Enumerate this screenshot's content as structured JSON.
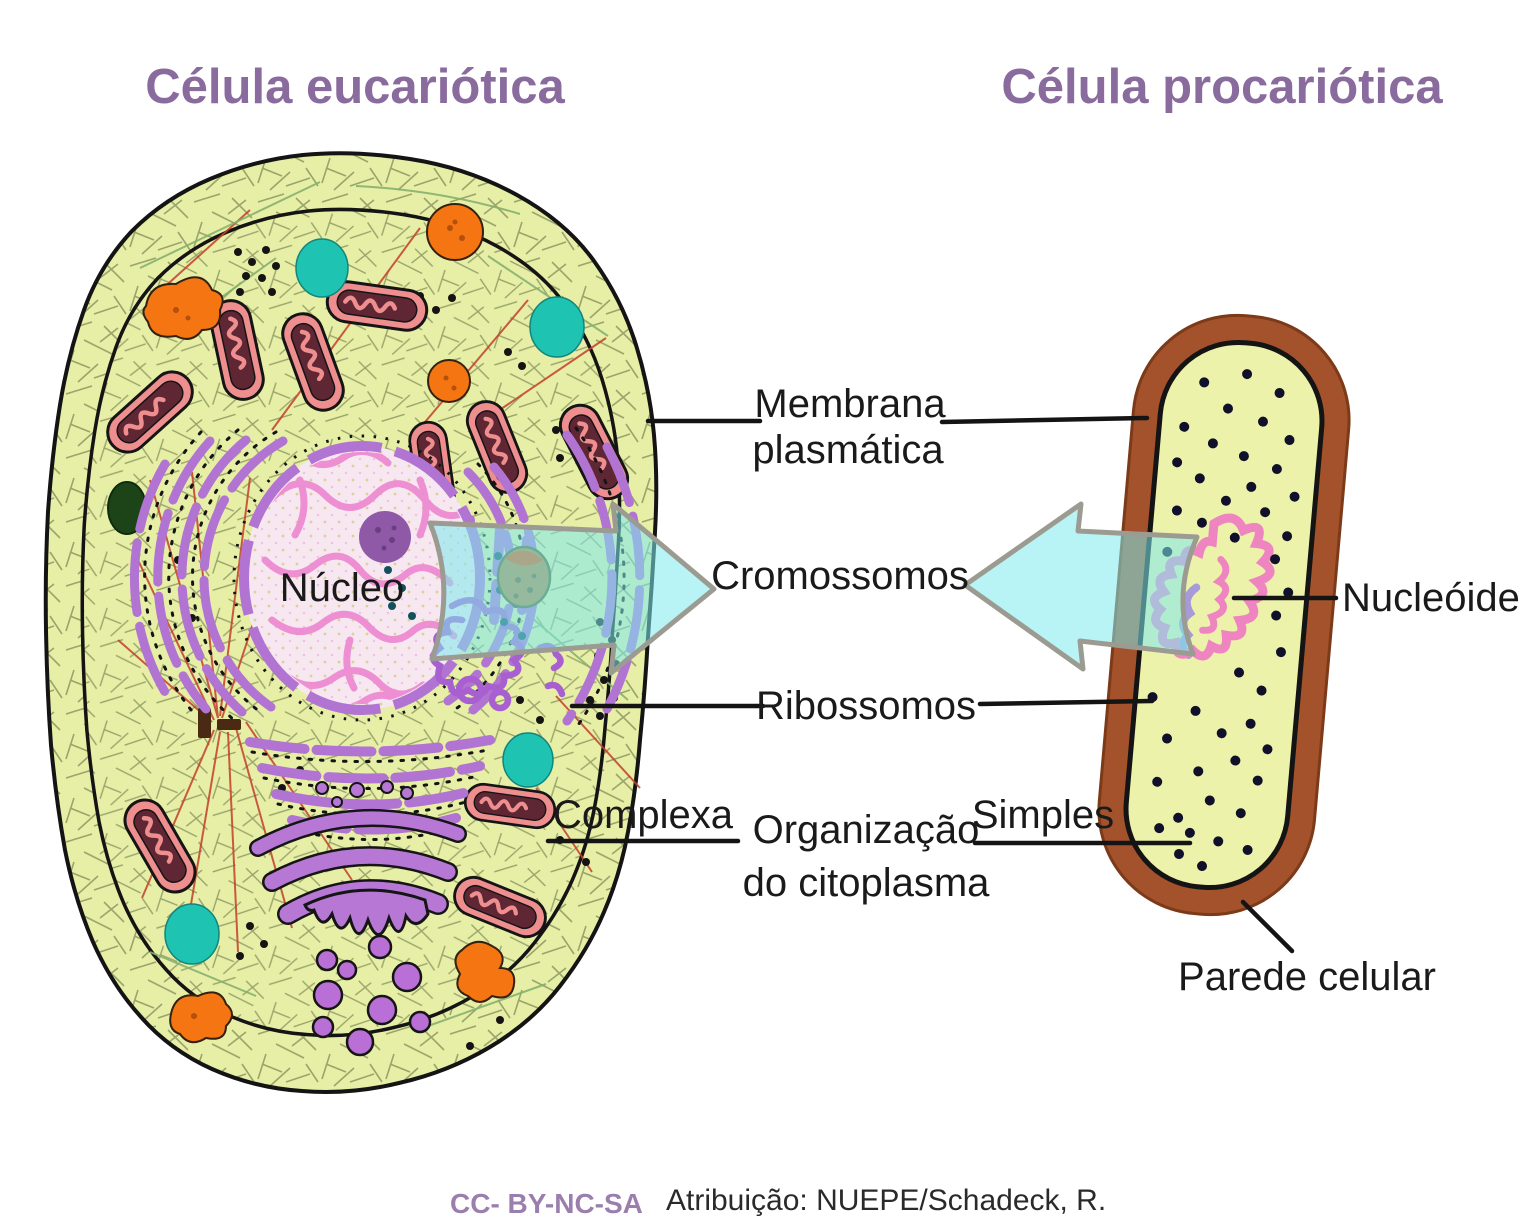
{
  "titles": {
    "left": "Célula eucariótica",
    "right": "Célula procariótica"
  },
  "cell_labels": {
    "nucleo": "Núcleo",
    "nucleoide": "Nucleóide",
    "membrana_line1": "Membrana",
    "membrana_line2": "plasmática",
    "cromossomos": "Cromossomos",
    "ribossomos": "Ribossomos",
    "complexa": "Complexa",
    "organizacao_line1": "Organização",
    "organizacao_line2": "do citoplasma",
    "simples": "Simples",
    "parede_celular": "Parede celular"
  },
  "footer": {
    "license": "CC- BY-NC-SA",
    "attribution": "Atribuição: NUEPE/Schadeck, R."
  },
  "colors": {
    "title": "#8a6b9e",
    "label_text": "#1a1a1a",
    "license_purple": "#9a7fae",
    "attribution_text": "#2a2a2a",
    "euk_cytoplasm": "#e7eea6",
    "prok_cytoplasm": "#edf2ab",
    "cell_wall_brown": "#a3522b",
    "membrane_line": "#141414",
    "organelle_purple": "#b274d2",
    "golgi_purple": "#b678d4",
    "mito_outer_pink": "#ef8e8e",
    "mito_inner_maroon": "#5f2634",
    "lysosome_orange": "#f47511",
    "vacuole_teal": "#1fc3b2",
    "nucleus_fill": "#f6e7f0",
    "chromatin_pink": "#ec8bd0",
    "nucleoid_pink": "#ee85c0",
    "arrow_cyan": "#7ee9ef"
  }
}
